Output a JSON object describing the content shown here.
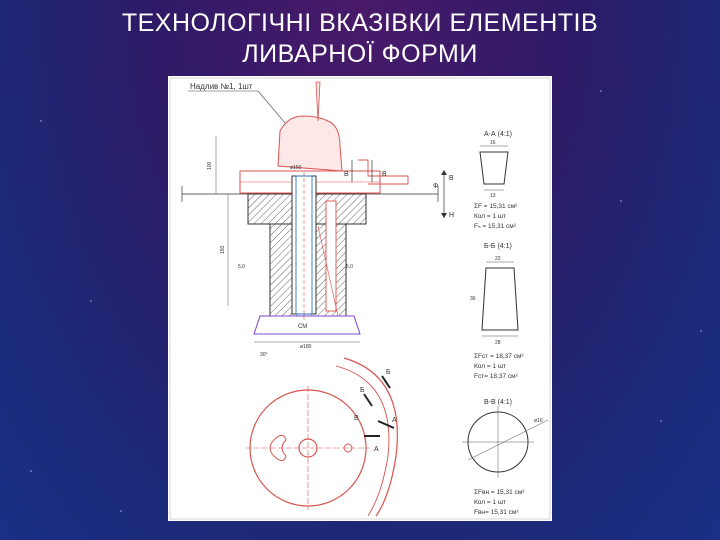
{
  "slide": {
    "title_line1": "ТЕХНОЛОГІЧНІ ВКАЗІВКИ ЕЛЕМЕНТІВ",
    "title_line2": "ЛИВАРНОЇ ФОРМИ"
  },
  "drawing": {
    "callout": "Надлив №1, 1шт",
    "section_aa": {
      "title": "А-А (4:1)",
      "dim_top": "16",
      "dim_bottom": "13",
      "sum_f": "ΣF = 15,31 см²",
      "count": "Кол = 1 шт",
      "f_value": "Fₙ = 15,31 см²"
    },
    "section_bb": {
      "title": "Б-Б (4:1)",
      "dim_top": "22",
      "dim_side": "36",
      "dim_bottom": "28",
      "sum_f": "ΣFст = 18,37 см²",
      "count": "Кол = 1 шт",
      "f_value": "Fст= 18,37 см²"
    },
    "section_vv": {
      "title": "В-В (4:1)",
      "dim_diam": "ø16",
      "sum_f": "ΣFвн = 15,31 см²",
      "count": "Кол = 1 шт",
      "f_value": "Fвн= 15,31 см²"
    },
    "labels": {
      "b1": "В",
      "b2": "В",
      "v_top": "В",
      "n_bottom": "Н",
      "phi": "Ф",
      "cut_a1": "А",
      "cut_a2": "А",
      "cut_b1": "Б",
      "cut_b2": "Б",
      "cut_v": "В",
      "bottom_mark": "СМ",
      "dim_left1": "100",
      "dim_left2": "150",
      "dim_top_d": "ø150",
      "dim_bot_d": "ø180",
      "angle": "30°",
      "note_left": "5,0",
      "note_right": "5,0"
    }
  }
}
